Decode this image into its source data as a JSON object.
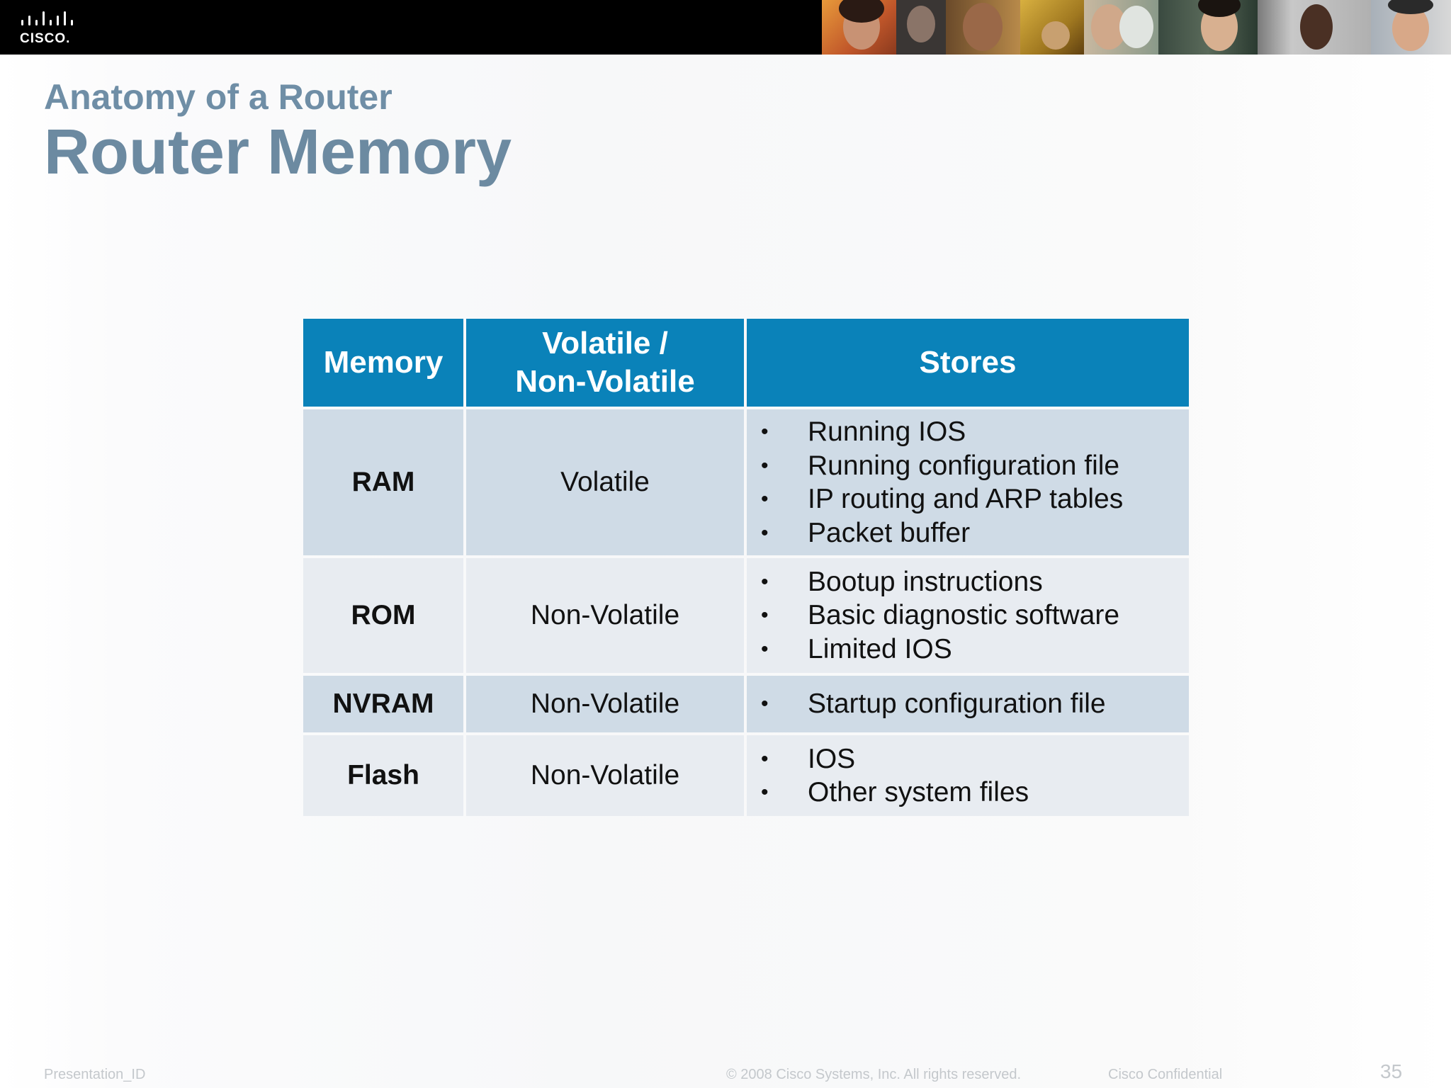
{
  "colors": {
    "header_blue": "#0a82b9",
    "title_color": "#6f8ea6",
    "row_dark": "#cfdbe6",
    "row_light": "#e8ecf1",
    "footer_gray": "#c4c8cc"
  },
  "banner": {
    "logo_text": "CISCO."
  },
  "title": {
    "subtitle": "Anatomy of a Router",
    "main": "Router Memory"
  },
  "table": {
    "headers": {
      "memory": "Memory",
      "volatile_line1": "Volatile /",
      "volatile_line2": "Non-Volatile",
      "stores": "Stores"
    },
    "rows": [
      {
        "name": "RAM",
        "volatility": "Volatile",
        "stores": [
          "Running IOS",
          "Running configuration file",
          "IP routing and ARP tables",
          "Packet buffer"
        ]
      },
      {
        "name": "ROM",
        "volatility": "Non-Volatile",
        "stores": [
          "Bootup instructions",
          "Basic diagnostic software",
          "Limited IOS"
        ]
      },
      {
        "name": "NVRAM",
        "volatility": "Non-Volatile",
        "stores": [
          "Startup configuration file"
        ]
      },
      {
        "name": "Flash",
        "volatility": "Non-Volatile",
        "stores": [
          "IOS",
          "Other system files"
        ]
      }
    ]
  },
  "footer": {
    "presentation_id": "Presentation_ID",
    "copyright": "© 2008 Cisco Systems, Inc. All rights reserved.",
    "confidential": "Cisco Confidential",
    "page_number": "35"
  }
}
